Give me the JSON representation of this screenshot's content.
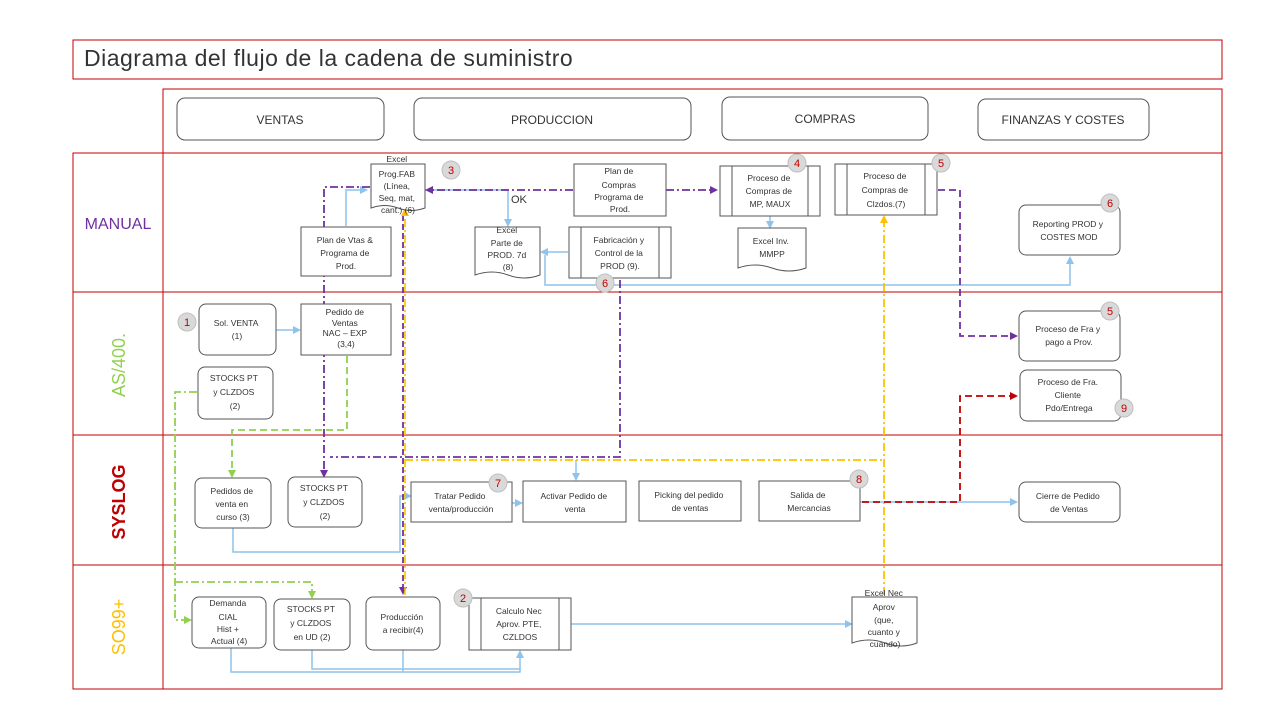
{
  "title": "Diagrama del flujo de la cadena de suministro",
  "departments": {
    "ventas": "VENTAS",
    "produccion": "PRODUCCION",
    "compras": "COMPRAS",
    "finanzas": "FINANZAS Y COSTES"
  },
  "lanes": {
    "manual": "MANUAL",
    "as400": "AS/400.",
    "syslog": "SYSLOG",
    "so99": "SO99+"
  },
  "colors": {
    "border_red": "#c00000",
    "manual_lane": "#7030a0",
    "as400_lane": "#92d050",
    "syslog_lane": "#c00000",
    "so99_lane": "#ffc000",
    "flow_blue": "#8ec4ec",
    "flow_purple": "#7030a0",
    "flow_green": "#92d050",
    "flow_yellow": "#ffc000",
    "flow_darkred": "#c00000"
  },
  "nodes": {
    "excel_prog_fab": [
      "Excel",
      "Prog.FAB",
      "(Línea,",
      "Seq, mat,",
      "cant.) (6)"
    ],
    "plan_compras": [
      "Plan de",
      "Compras",
      "Programa de",
      "Prod."
    ],
    "proceso_compras_mp": [
      "Proceso de",
      "Compras de",
      "MP, MAUX"
    ],
    "proceso_compras_clz": [
      "Proceso de",
      "Compras de",
      "Clzdos.(7)"
    ],
    "reporting": [
      "Reporting PROD y",
      "COSTES MOD"
    ],
    "plan_vtas": [
      "Plan de Vtas &",
      "Programa de",
      "Prod."
    ],
    "excel_parte": [
      "Excel",
      "Parte de",
      "PROD. 7d",
      "(8)"
    ],
    "fabricacion": [
      "Fabricación y",
      "Control de la",
      "PROD (9)."
    ],
    "excel_inv": [
      "Excel Inv.",
      "MMPP"
    ],
    "sol_venta": [
      "Sol. VENTA",
      "(1)"
    ],
    "pedido_ventas": [
      "Pedido de",
      "Ventas",
      "NAC – EXP",
      "(3,4)"
    ],
    "stocks_as400": [
      "STOCKS PT",
      "y CLZDOS",
      "(2)"
    ],
    "proceso_fra_prov": [
      "Proceso de Fra y",
      "pago a Prov."
    ],
    "proceso_fra_cliente": [
      "Proceso de Fra.",
      "Cliente",
      "Pdo/Entrega"
    ],
    "pedidos_curso": [
      "Pedidos de",
      "venta en",
      "curso (3)"
    ],
    "stocks_syslog": [
      "STOCKS PT",
      "y CLZDOS",
      "(2)"
    ],
    "tratar_pedido": [
      "Tratar Pedido",
      "venta/producción"
    ],
    "activar_pedido": [
      "Activar Pedido de",
      "venta"
    ],
    "picking": [
      "Picking del pedido",
      "de ventas"
    ],
    "salida": [
      "Salida de",
      "Mercancias"
    ],
    "cierre": [
      "Cierre de Pedido",
      "de Ventas"
    ],
    "demanda": [
      "Demanda",
      "CIAL",
      "Hist +",
      "Actual (4)"
    ],
    "stocks_ud": [
      "STOCKS PT",
      "y CLZDOS",
      "en UD (2)"
    ],
    "produccion_recibir": [
      "Producción",
      "a recibir(4)"
    ],
    "calculo_nec": [
      "Calculo Nec",
      "Aprov. PTE,",
      "CZLDOS"
    ],
    "excel_nec": [
      "Excel Nec",
      "Aprov",
      "(que,",
      "cuanto y",
      "cuando)"
    ]
  },
  "labels": {
    "ok": "OK"
  },
  "badges": {
    "b1": "1",
    "b2": "2",
    "b3": "3",
    "b4": "4",
    "b5a": "5",
    "b5b": "5",
    "b6a": "6",
    "b6b": "6",
    "b7": "7",
    "b8": "8",
    "b9": "9"
  }
}
